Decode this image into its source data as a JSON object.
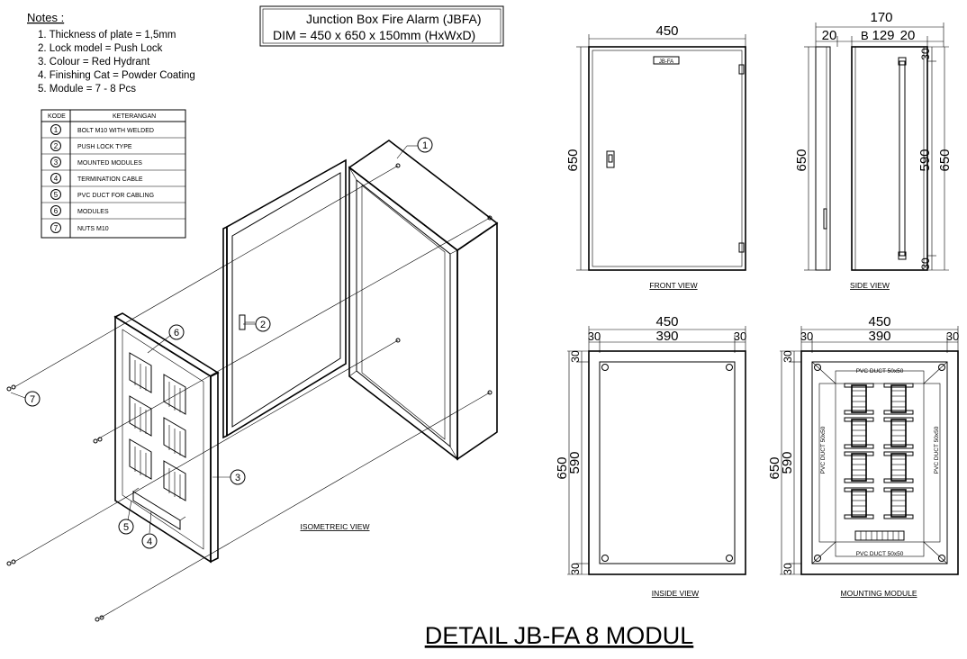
{
  "notes": {
    "heading": "Notes :",
    "items": [
      "1. Thickness of plate = 1,5mm",
      "2. Lock model = Push Lock",
      "3. Colour = Red Hydrant",
      "4. Finishing Cat = Powder Coating",
      "5. Module = 7 - 8 Pcs"
    ]
  },
  "legend": {
    "headers": [
      "KODE",
      "KETERANGAN"
    ],
    "rows": [
      {
        "code": "1",
        "desc": "BOLT M10 WITH WELDED"
      },
      {
        "code": "2",
        "desc": "PUSH LOCK TYPE"
      },
      {
        "code": "3",
        "desc": "MOUNTED MODULES"
      },
      {
        "code": "4",
        "desc": "TERMINATION CABLE"
      },
      {
        "code": "5",
        "desc": "PVC DUCT FOR CABLING"
      },
      {
        "code": "6",
        "desc": "MODULES"
      },
      {
        "code": "7",
        "desc": "NUTS M10"
      }
    ]
  },
  "title_box": {
    "line1": "Junction Box Fire Alarm (JBFA)",
    "line2": "DIM = 450 x 650 x 150mm (HxWxD)"
  },
  "views": {
    "front": {
      "caption": "FRONT VIEW",
      "width": "450",
      "height": "650",
      "tag": "JB-FA"
    },
    "side": {
      "caption": "SIDE VIEW",
      "depth": "170",
      "d1": "20",
      "d2": "129",
      "d3": "20",
      "height": "650",
      "inner": "590",
      "outer": "650",
      "t1": "30",
      "t2": "30",
      "mark": "B"
    },
    "inside": {
      "caption": "INSIDE VIEW",
      "width": "450",
      "inner_w": "390",
      "m1": "30",
      "m2": "30",
      "height": "650",
      "inner_h": "590",
      "m3": "30",
      "m4": "30"
    },
    "mounting": {
      "caption": "MOUNTING MODULE",
      "width": "450",
      "inner_w": "390",
      "m1": "30",
      "m2": "30",
      "height": "650",
      "inner_h": "590",
      "m3": "30",
      "m4": "30",
      "duct_top": "PVC DUCT 50x50",
      "duct_bottom": "PVC DUCT 50x50",
      "duct_left": "PVC DUCT 50x50",
      "duct_right": "PVC DUCT 50x50"
    },
    "iso": {
      "caption": "ISOMETREIC VIEW",
      "callouts": [
        "1",
        "2",
        "3",
        "4",
        "5",
        "6",
        "7"
      ]
    }
  },
  "main_title": "DETAIL JB-FA 8 MODUL"
}
